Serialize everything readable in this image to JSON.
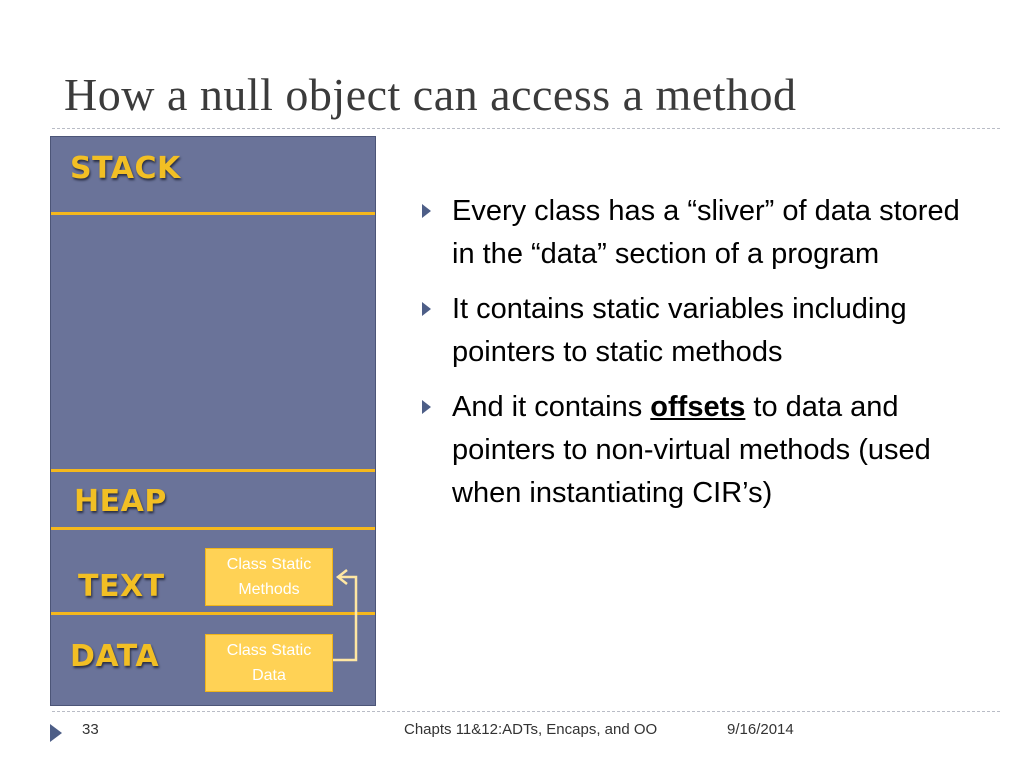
{
  "slide": {
    "title": "How a null object can access a method",
    "number": "33",
    "footer_text": "Chapts 11&12:ADTs, Encaps, and OO",
    "date": "9/16/2014"
  },
  "memory": {
    "segments": [
      "STACK",
      "HEAP",
      "TEXT",
      "DATA"
    ],
    "boxes": {
      "methods": [
        "Class Static",
        "Methods"
      ],
      "data": [
        "Class Static",
        "Data"
      ]
    }
  },
  "bullets": [
    {
      "text": "Every class has a “sliver” of data stored in the “data” section of a program"
    },
    {
      "text": "It contains static variables including pointers to static methods"
    },
    {
      "before": "And it contains ",
      "emphasis": "offsets",
      "after": " to data and pointers to non-virtual methods (used when instantiating CIR’s)"
    }
  ],
  "colors": {
    "memory_fill": "#6a7399",
    "divider": "#f5b81c",
    "segment_label": "#f2bf24",
    "box_fill": "#ffd255",
    "bullet_marker": "#4d5e87"
  },
  "icons": [
    "bullet-triangle-icon",
    "slide-number-triangle-icon",
    "arrow-icon"
  ]
}
